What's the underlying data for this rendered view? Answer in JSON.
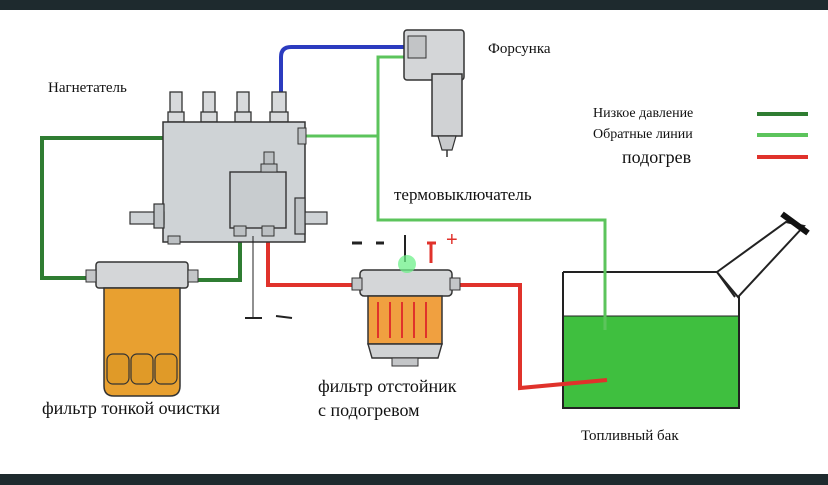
{
  "labels": {
    "injector": "Форсунка",
    "pump": "Нагнетатель",
    "thermo_switch": "термовыключатель",
    "fine_filter": "фильтр тонкой очистки",
    "settler_filter_line1": "фильтр отстойник",
    "settler_filter_line2": "с подогревом",
    "fuel_tank": "Топливный бак",
    "minus_sign": "-",
    "plus_sign": "+"
  },
  "legend": [
    {
      "label": "Низкое давление",
      "color": "#2f7d32"
    },
    {
      "label": "Обратные линии",
      "color": "#5cc45c"
    },
    {
      "label": "подогрев",
      "color": "#e0322b"
    }
  ],
  "colors": {
    "high_pressure_line": "#2b3bbf",
    "return_line": "#5cc45c",
    "low_pressure_line": "#2f7d32",
    "heating_wire": "#e0322b",
    "fuel": "#3fbf3f",
    "filter_body": "#e8a030"
  }
}
